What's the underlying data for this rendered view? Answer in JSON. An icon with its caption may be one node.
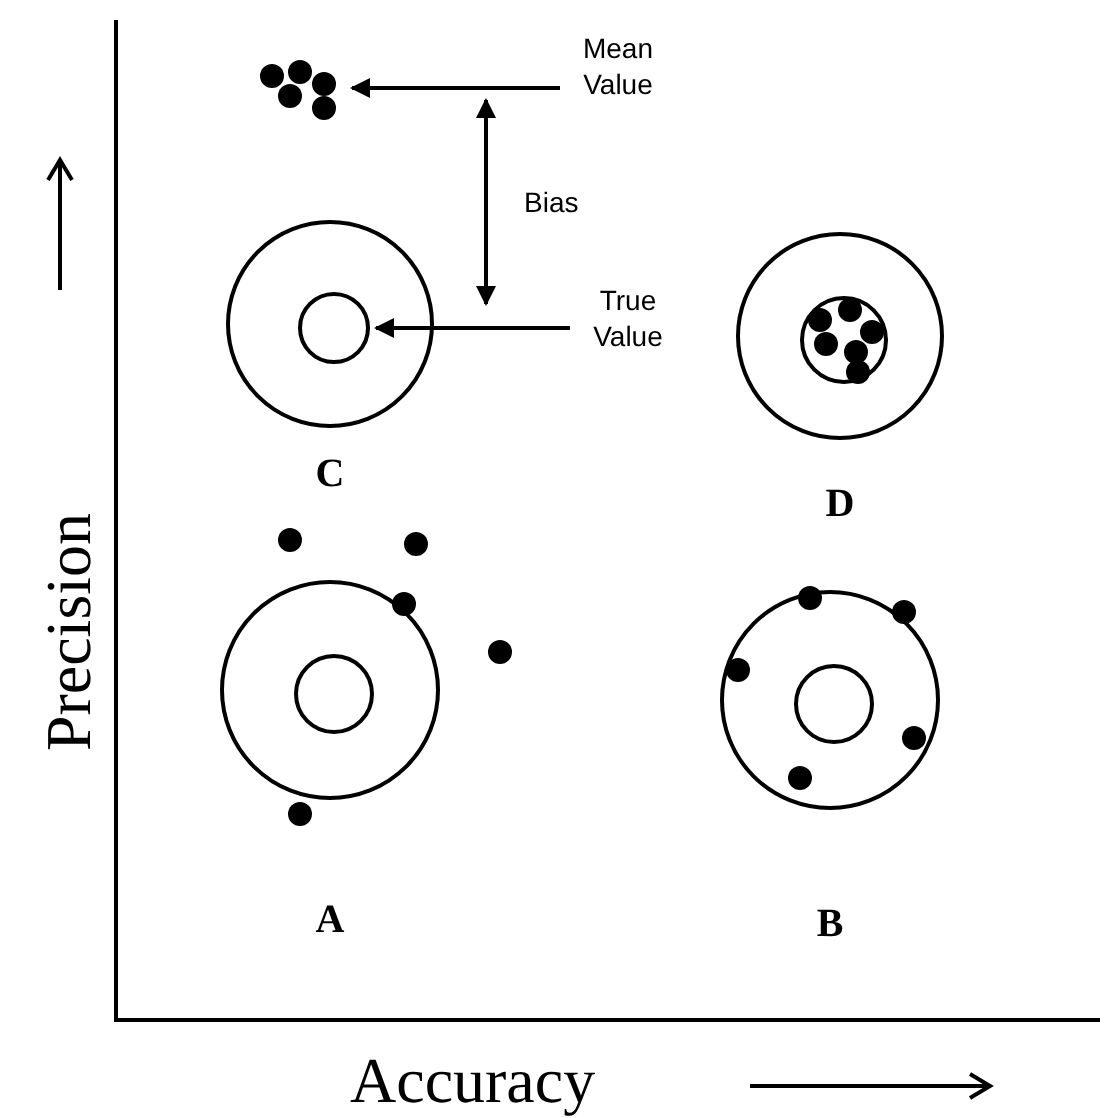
{
  "diagram": {
    "nodes": [
      {
        "text": [
          "Mean Value"
        ]
      },
      {
        "text": [],
        "shape": "circle"
      },
      {
        "text": [
          "True Value"
        ]
      },
      {
        "text": [
          "C"
        ]
      },
      {
        "text": [],
        "shape": "circle",
        "in": 3
      },
      {
        "text": [
          "D"
        ]
      },
      {
        "text": [],
        "shape": "circle",
        "in": 5
      },
      {
        "text": [
          "A"
        ]
      },
      {
        "text": [],
        "shape": "circle",
        "in": 7
      },
      {
        "text": [
          "B"
        ]
      },
      {
        "text": [],
        "shape": "circle",
        "in": 9
      }
    ],
    "edges": [
      {
        "from": 0,
        "to": 1,
        "arrow": "to"
      },
      {
        "from": 2,
        "to": 4,
        "arrow": "to"
      }
    ],
    "labels": [
      "Bias",
      "Precision",
      "Accuracy"
    ]
  }
}
